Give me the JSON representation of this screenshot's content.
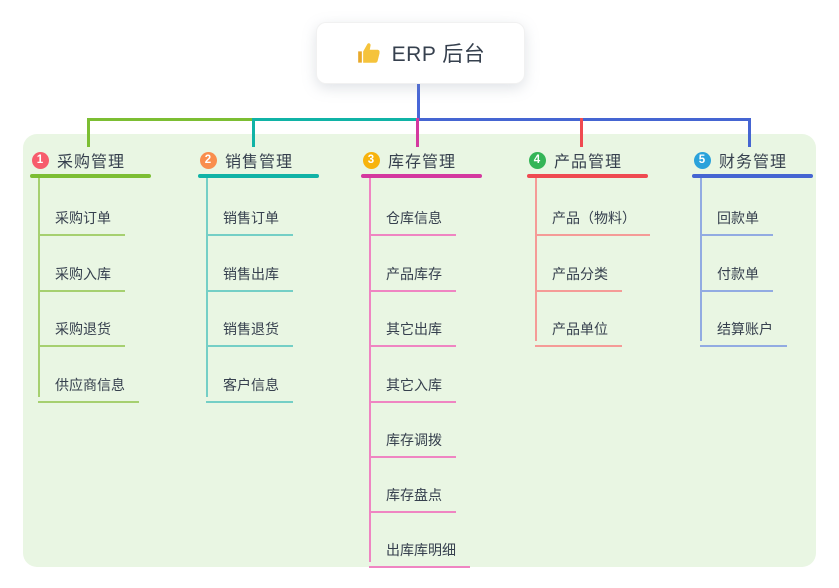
{
  "root": {
    "label": "ERP 后台",
    "icon": "thumbs-up",
    "icon_color": "#f5c33b"
  },
  "connector_color": "#4867d8",
  "panel_color": "#e9f6e3",
  "text_color": "#36404e",
  "branches": [
    {
      "num": "1",
      "label": "采购管理",
      "badge_color": "#f75c6c",
      "line_color": "#7cbe33",
      "child_line_color": "#a6d070",
      "children": [
        "采购订单",
        "采购入库",
        "采购退货",
        "供应商信息"
      ]
    },
    {
      "num": "2",
      "label": "销售管理",
      "badge_color": "#f98e4d",
      "line_color": "#10b3a6",
      "child_line_color": "#74cfc6",
      "children": [
        "销售订单",
        "销售出库",
        "销售退货",
        "客户信息"
      ]
    },
    {
      "num": "3",
      "label": "库存管理",
      "badge_color": "#f7b30d",
      "line_color": "#d4399f",
      "child_line_color": "#ef85c2",
      "children": [
        "仓库信息",
        "产品库存",
        "其它出库",
        "其它入库",
        "库存调拨",
        "库存盘点",
        "出库库明细"
      ]
    },
    {
      "num": "4",
      "label": "产品管理",
      "badge_color": "#34b557",
      "line_color": "#ef4a51",
      "child_line_color": "#f59b97",
      "children": [
        "产品（物料）",
        "产品分类",
        "产品单位"
      ]
    },
    {
      "num": "5",
      "label": "财务管理",
      "badge_color": "#2aa2db",
      "line_color": "#4565d2",
      "child_line_color": "#92abe2",
      "children": [
        "回款单",
        "付款单",
        "结算账户"
      ]
    }
  ]
}
